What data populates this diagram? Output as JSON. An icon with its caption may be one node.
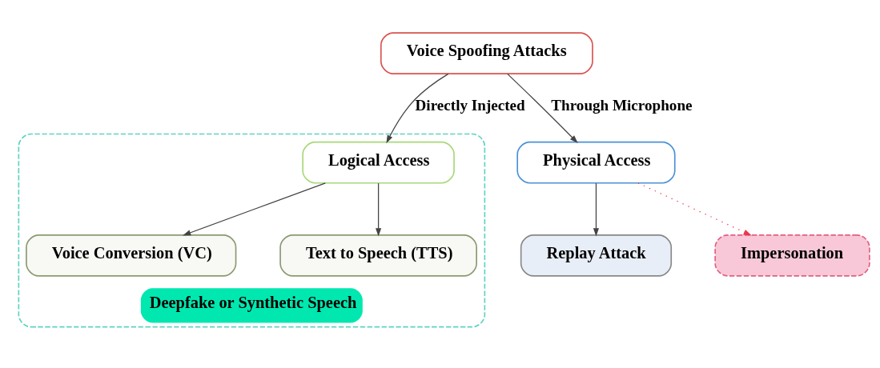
{
  "diagram": {
    "nodes": [
      {
        "text": [
          "Voice Spoofing Attacks"
        ]
      },
      {
        "text": [
          "Deepfake or Synthetic Speech"
        ]
      },
      {
        "text": [
          "Logical Access"
        ],
        "in": 1
      },
      {
        "text": [
          "Voice Conversion (VC)"
        ],
        "in": 1
      },
      {
        "text": [
          "Text to Speech (TTS)"
        ],
        "in": 1
      },
      {
        "text": [
          "Physical Access"
        ]
      },
      {
        "text": [
          "Replay Attack"
        ]
      },
      {
        "text": [
          "Impersonation"
        ]
      }
    ],
    "edges": [
      {
        "from": 0,
        "to": 2,
        "arrow": "to",
        "label": "Directly Injected"
      },
      {
        "from": 0,
        "to": 5,
        "arrow": "to",
        "label": "Through Microphone"
      },
      {
        "from": 2,
        "to": 3,
        "arrow": "to"
      },
      {
        "from": 2,
        "to": 4,
        "arrow": "to"
      },
      {
        "from": 5,
        "to": 6,
        "arrow": "to"
      },
      {
        "from": 5,
        "to": 7,
        "arrow": "to",
        "style": "dashed",
        "color": "#e8374f"
      }
    ]
  }
}
